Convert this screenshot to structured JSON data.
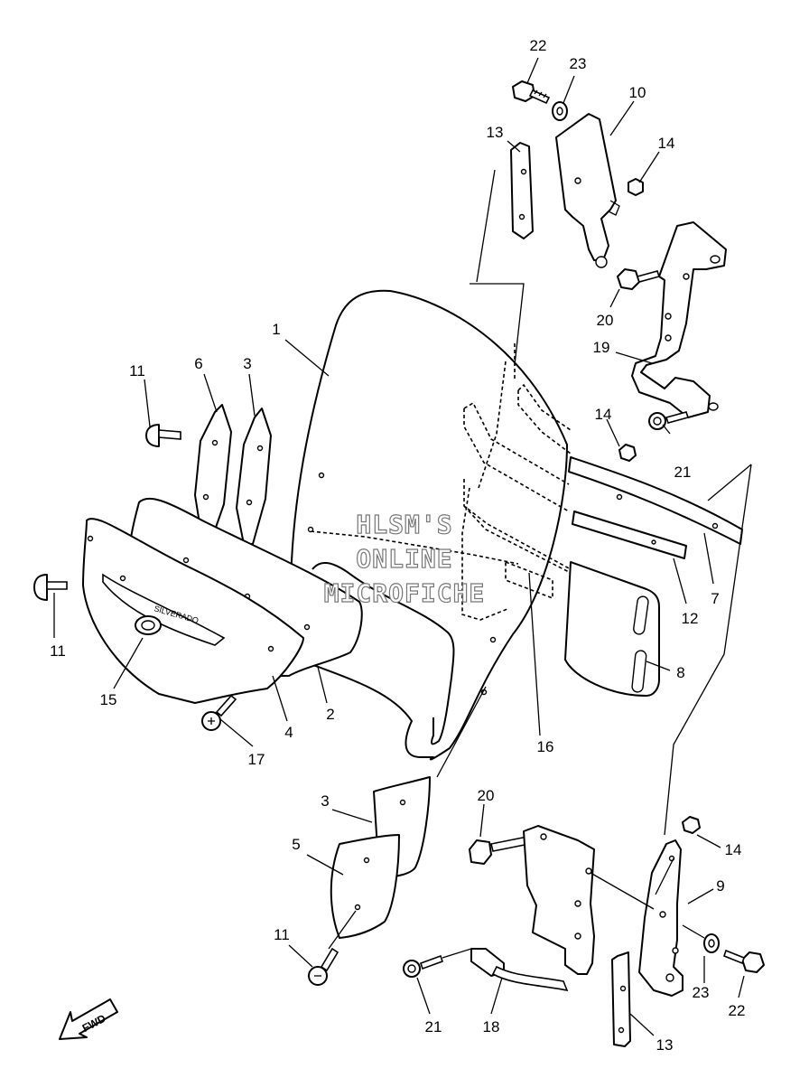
{
  "diagram": {
    "callouts": [
      "22",
      "23",
      "10",
      "13",
      "14",
      "20",
      "19",
      "1",
      "6",
      "3",
      "11",
      "14",
      "21",
      "7",
      "12",
      "8",
      "11",
      "15",
      "4",
      "2",
      "17",
      "16",
      "3",
      "20",
      "5",
      "14",
      "9",
      "11",
      "21",
      "18",
      "23",
      "22",
      "13"
    ],
    "watermark": [
      "HLSM'S",
      "ONLINE",
      "MICROFICHE"
    ],
    "fwd_label": "FWD",
    "emblem_text": "SILVERADO"
  }
}
